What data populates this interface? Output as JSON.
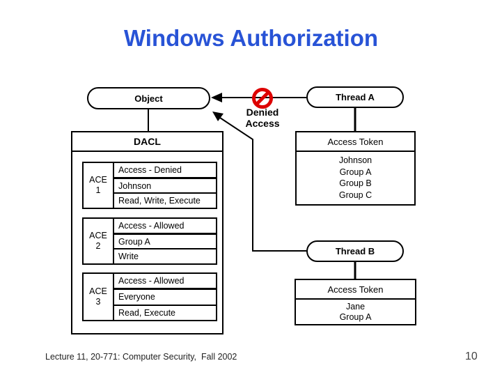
{
  "title": "Windows Authorization",
  "colors": {
    "title_blue": "#2853d6",
    "denied_red": "#dd0000"
  },
  "nodes": {
    "object": {
      "label": "Object"
    },
    "thread_a": {
      "label": "Thread A"
    },
    "thread_b": {
      "label": "Thread B"
    }
  },
  "denied": {
    "icon": "no-entry-icon",
    "line1": "Denied",
    "line2": "Access"
  },
  "dacl": {
    "title": "DACL",
    "aces": [
      {
        "label": "ACE",
        "number": "1",
        "rows": [
          "Access - Denied",
          "Johnson",
          "Read, Write, Execute"
        ]
      },
      {
        "label": "ACE",
        "number": "2",
        "rows": [
          "Access - Allowed",
          "Group A",
          "Write"
        ]
      },
      {
        "label": "ACE",
        "number": "3",
        "rows": [
          "Access - Allowed",
          "Everyone",
          "Read, Execute"
        ]
      }
    ]
  },
  "token_a": {
    "title": "Access Token",
    "entries": [
      "Johnson",
      "Group A",
      "Group B",
      "Group C"
    ]
  },
  "token_b": {
    "title": "Access Token",
    "entries": [
      "Jane",
      "Group A"
    ]
  },
  "footer": {
    "left": "Lecture 11, 20-771: Computer Security,  Fall 2002",
    "page": "10"
  }
}
